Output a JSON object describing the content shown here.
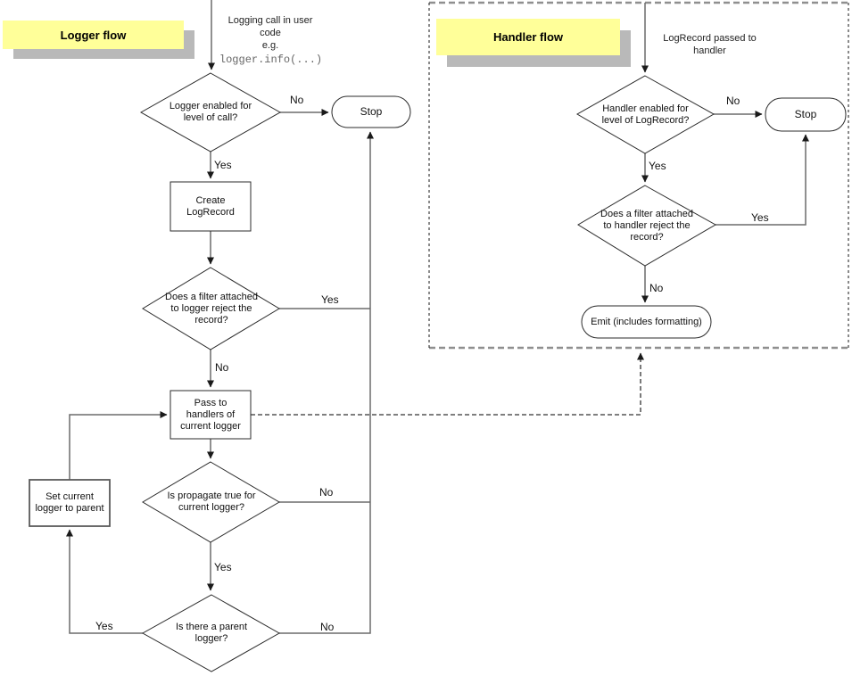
{
  "logger": {
    "title": "Logger flow",
    "start_note": "Logging call in user\ncode\ne.g.",
    "start_code": "logger.info(...)",
    "q_level": "Logger enabled for\nlevel of call?",
    "stop": "Stop",
    "create": "Create\nLogRecord",
    "q_filter": "Does a filter attached\nto logger reject the\nrecord?",
    "pass": "Pass to\nhandlers of\ncurrent logger",
    "q_propagate": "Is propagate true for\ncurrent logger?",
    "q_parent": "Is there a parent\nlogger?",
    "set_parent": "Set current\nlogger to parent",
    "lbl": {
      "no_level": "No",
      "yes_level": "Yes",
      "yes_filter": "Yes",
      "no_filter": "No",
      "no_propagate": "No",
      "yes_propagate": "Yes",
      "no_parent": "No",
      "yes_parent": "Yes"
    }
  },
  "handler": {
    "title": "Handler flow",
    "start_note": "LogRecord passed to\nhandler",
    "q_level": "Handler enabled for\nlevel of LogRecord?",
    "stop": "Stop",
    "q_filter": "Does a filter attached\nto handler reject the\nrecord?",
    "emit": "Emit (includes formatting)",
    "lbl": {
      "no_level": "No",
      "yes_level": "Yes",
      "yes_filter": "Yes",
      "no_filter": "No"
    }
  },
  "colors": {
    "note_fill": "#ffff99",
    "note_shadow": "#b9b9b9",
    "connector": "#6b6b6b",
    "shape_border": "#2b2b2b"
  }
}
